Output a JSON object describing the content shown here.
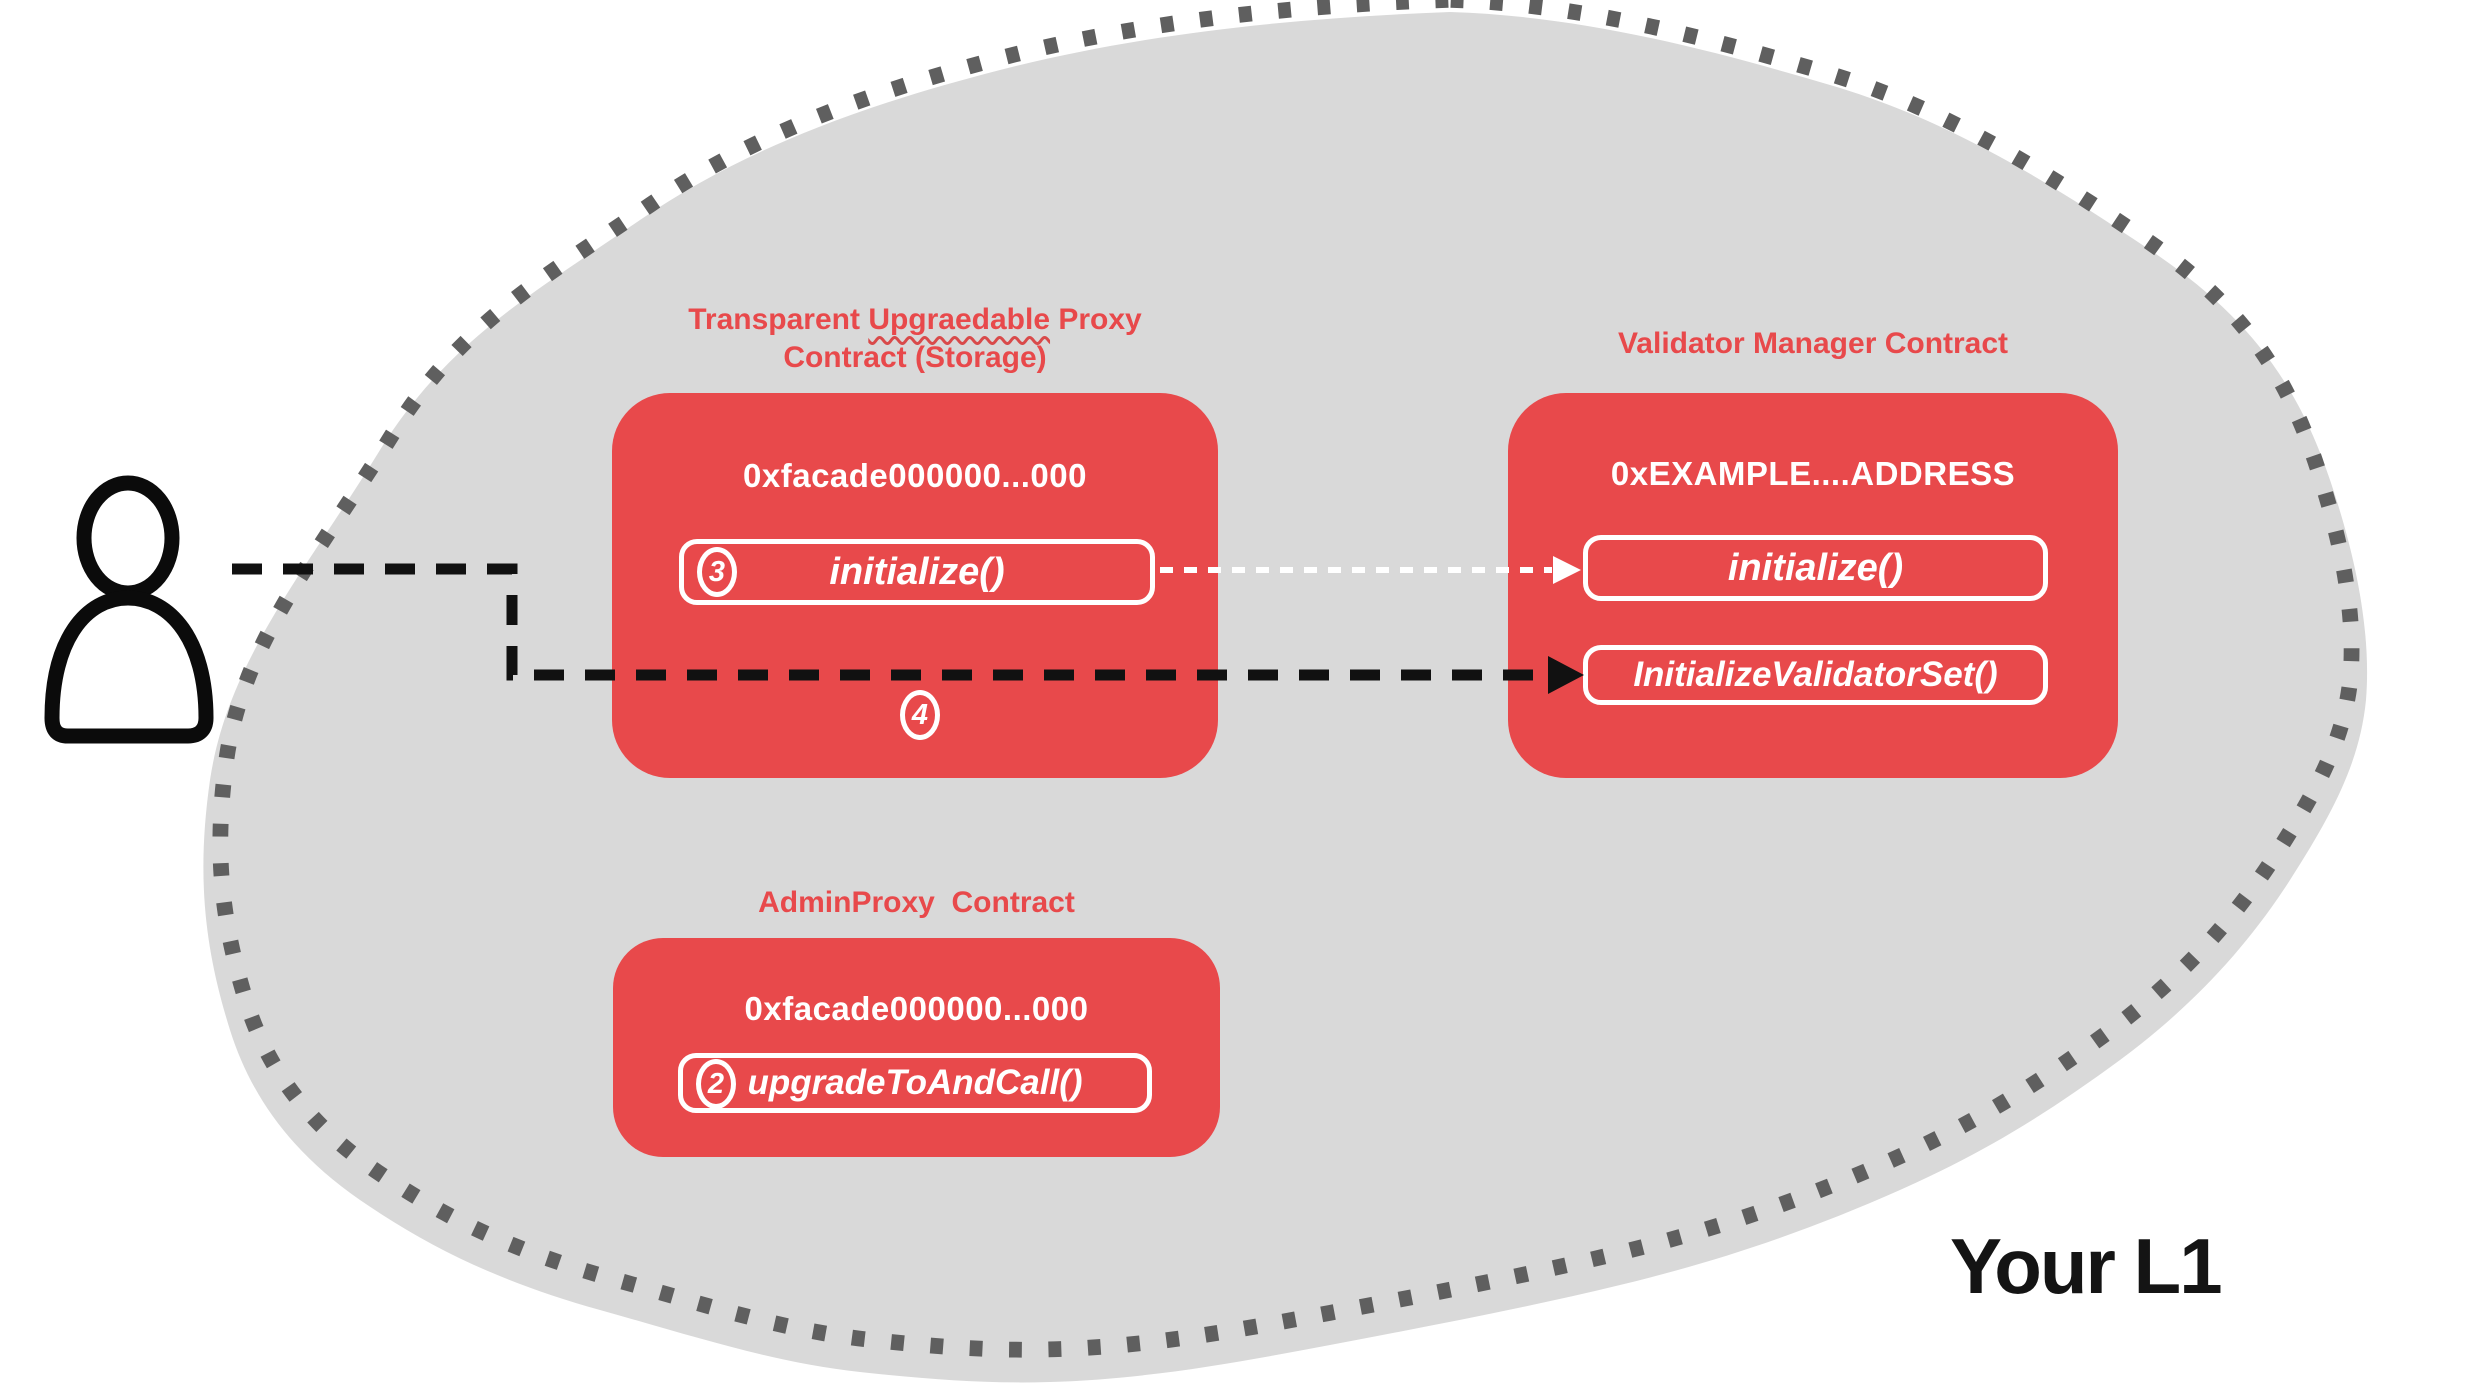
{
  "diagram": {
    "region_label": "Your L1",
    "colors": {
      "contract_red": "#E8494B",
      "blob_gray": "#D9D9D9",
      "dot_border_gray": "#5F5F5F",
      "arrow_black": "#111111",
      "arrow_white": "#FFFFFF"
    },
    "proxy_contract": {
      "title_line1_prefix": "Transparent ",
      "title_line1_misspelled_word": "Upgraedable",
      "title_line1_suffix": " Proxy",
      "title_line2": "Contract (Storage)",
      "address": "0xfacade000000...000",
      "method": "initialize()",
      "method_step": "3",
      "step_below": "4"
    },
    "validator_contract": {
      "title": "Validator Manager Contract",
      "address": "0xEXAMPLE....ADDRESS",
      "methods": [
        "initialize()",
        "InitializeValidatorSet()"
      ]
    },
    "admin_contract": {
      "title": "AdminProxy  Contract",
      "address": "0xfacade000000...000",
      "method": "upgradeToAndCall()",
      "method_step": "2"
    }
  }
}
